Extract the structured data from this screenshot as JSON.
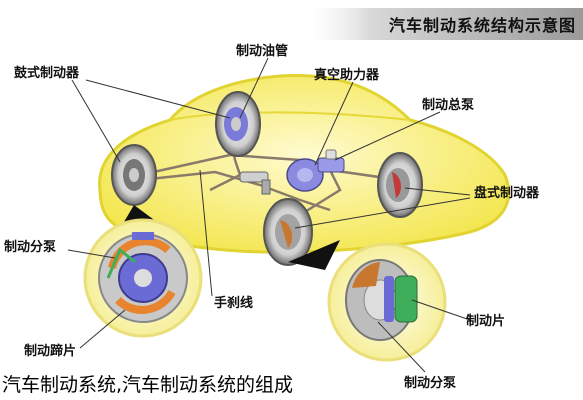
{
  "title": "汽车制动系统结构示意图",
  "labels": {
    "brake_line": "制动油管",
    "drum_brake": "鼓式制动器",
    "vacuum_booster": "真空助力器",
    "master_cylinder": "制动总泵",
    "disc_brake": "盘式制动器",
    "wheel_cylinder_left": "制动分泵",
    "handbrake_cable": "手刹线",
    "brake_shoe": "制动蹄片",
    "brake_pad": "制动片",
    "caliper": "制动分泵"
  },
  "caption": "汽车制动系统,汽车制动系统的组成",
  "colors": {
    "car_body": "#f8f08a",
    "car_outline": "#e5d62c",
    "callout": "#fbf8c4",
    "pipe": "#8a7a6a",
    "disc": "#c9c9c9",
    "rotor": "#6b6bd6",
    "shoe_orange": "#e8842e",
    "green": "#3fae5a"
  }
}
